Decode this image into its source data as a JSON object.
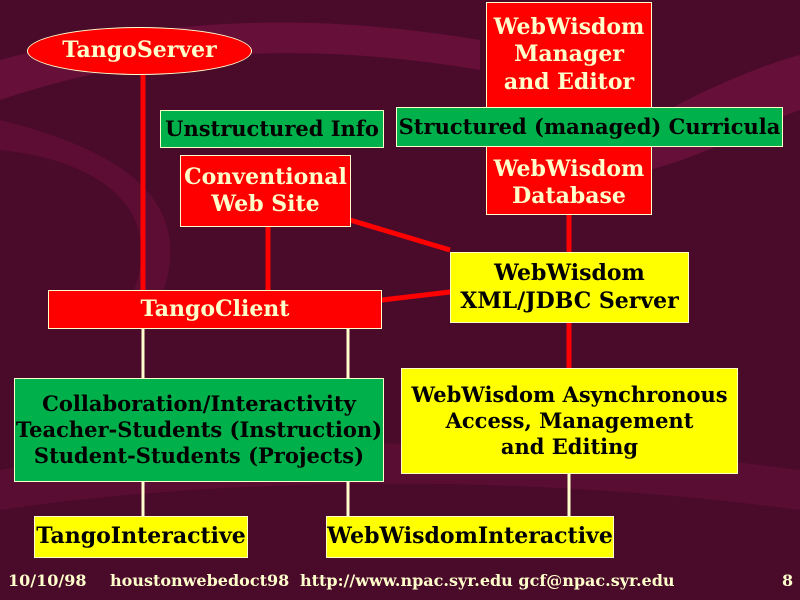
{
  "nodes": {
    "tango_server": "TangoServer",
    "webwisdom_manager": [
      "WebWisdom",
      "Manager",
      "and Editor"
    ],
    "unstructured_info": "Unstructured Info",
    "structured_curricula": "Structured (managed) Curricula",
    "conventional_web_site": [
      "Conventional",
      "Web Site"
    ],
    "webwisdom_database": [
      "WebWisdom",
      "Database"
    ],
    "webwisdom_xml_server": [
      "WebWisdom",
      "XML/JDBC Server"
    ],
    "tango_client": "TangoClient",
    "collaboration": [
      "Collaboration/Interactivity",
      "Teacher-Students (Instruction)",
      "Student-Students (Projects)"
    ],
    "webwisdom_async": [
      "WebWisdom Asynchronous",
      "Access, Management",
      "and Editing"
    ],
    "tango_interactive": "TangoInteractive",
    "webwisdom_interactive": "WebWisdomInteractive"
  },
  "footer": {
    "date": "10/10/98",
    "file": "houstonwebedoct98",
    "contact": "http://www.npac.syr.edu gcf@npac.syr.edu",
    "page": "8"
  },
  "colors": {
    "background": "#4a0a2a",
    "red": "#ff0000",
    "green": "#00b04a",
    "yellow": "#ffff00",
    "connector_red": "#ff0000",
    "connector_light": "#ffffcc"
  }
}
